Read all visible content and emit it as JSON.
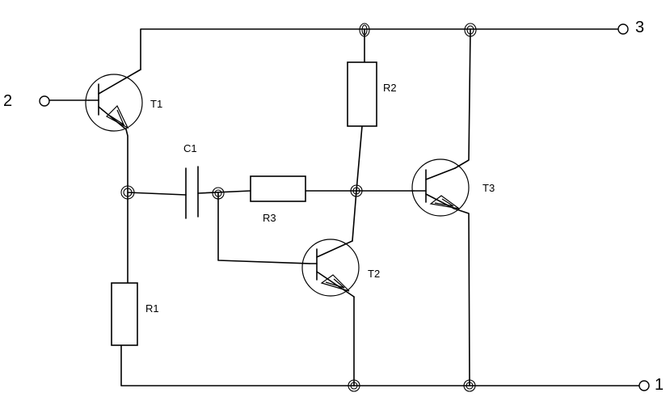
{
  "terminals": {
    "t1": "1",
    "t2": "2",
    "t3": "3"
  },
  "components": {
    "transistor_1": "T1",
    "transistor_2": "T2",
    "transistor_3": "T3",
    "resistor_1": "R1",
    "resistor_2": "R2",
    "resistor_3": "R3",
    "capacitor_1": "C1"
  }
}
